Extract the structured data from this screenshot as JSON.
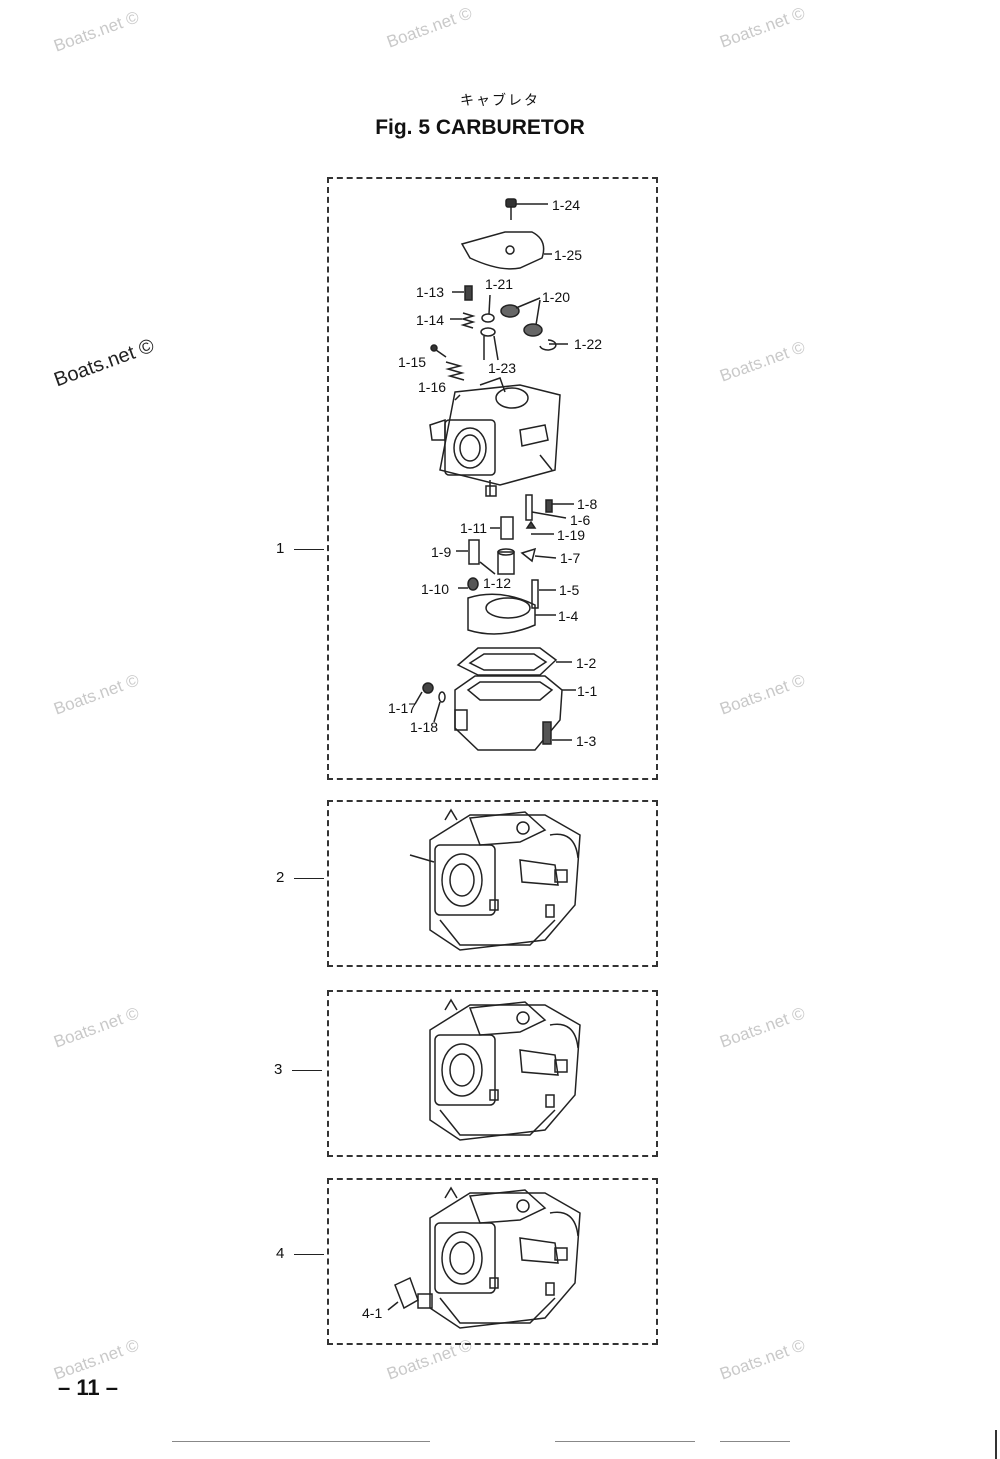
{
  "watermark": "Boats.net ©",
  "header": {
    "jp_title": "キャブレタ",
    "fig_title": "Fig. 5    CARBURETOR"
  },
  "assemblies": [
    {
      "ref": "1"
    },
    {
      "ref": "2"
    },
    {
      "ref": "3"
    },
    {
      "ref": "4"
    }
  ],
  "part_labels": {
    "p1_24": "1-24",
    "p1_25": "1-25",
    "p1_13": "1-13",
    "p1_21": "1-21",
    "p1_20": "1-20",
    "p1_14": "1-14",
    "p1_22": "1-22",
    "p1_15": "1-15",
    "p1_23": "1-23",
    "p1_16": "1-16",
    "p1_8": "1-8",
    "p1_6": "1-6",
    "p1_11": "1-11",
    "p1_19": "1-19",
    "p1_9": "1-9",
    "p1_7": "1-7",
    "p1_12": "1-12",
    "p1_10": "1-10",
    "p1_5": "1-5",
    "p1_4": "1-4",
    "p1_2": "1-2",
    "p1_1": "1-1",
    "p1_17": "1-17",
    "p1_18": "1-18",
    "p1_3": "1-3",
    "p4_1": "4-1"
  },
  "footer": {
    "page_number": "– 11 –"
  }
}
